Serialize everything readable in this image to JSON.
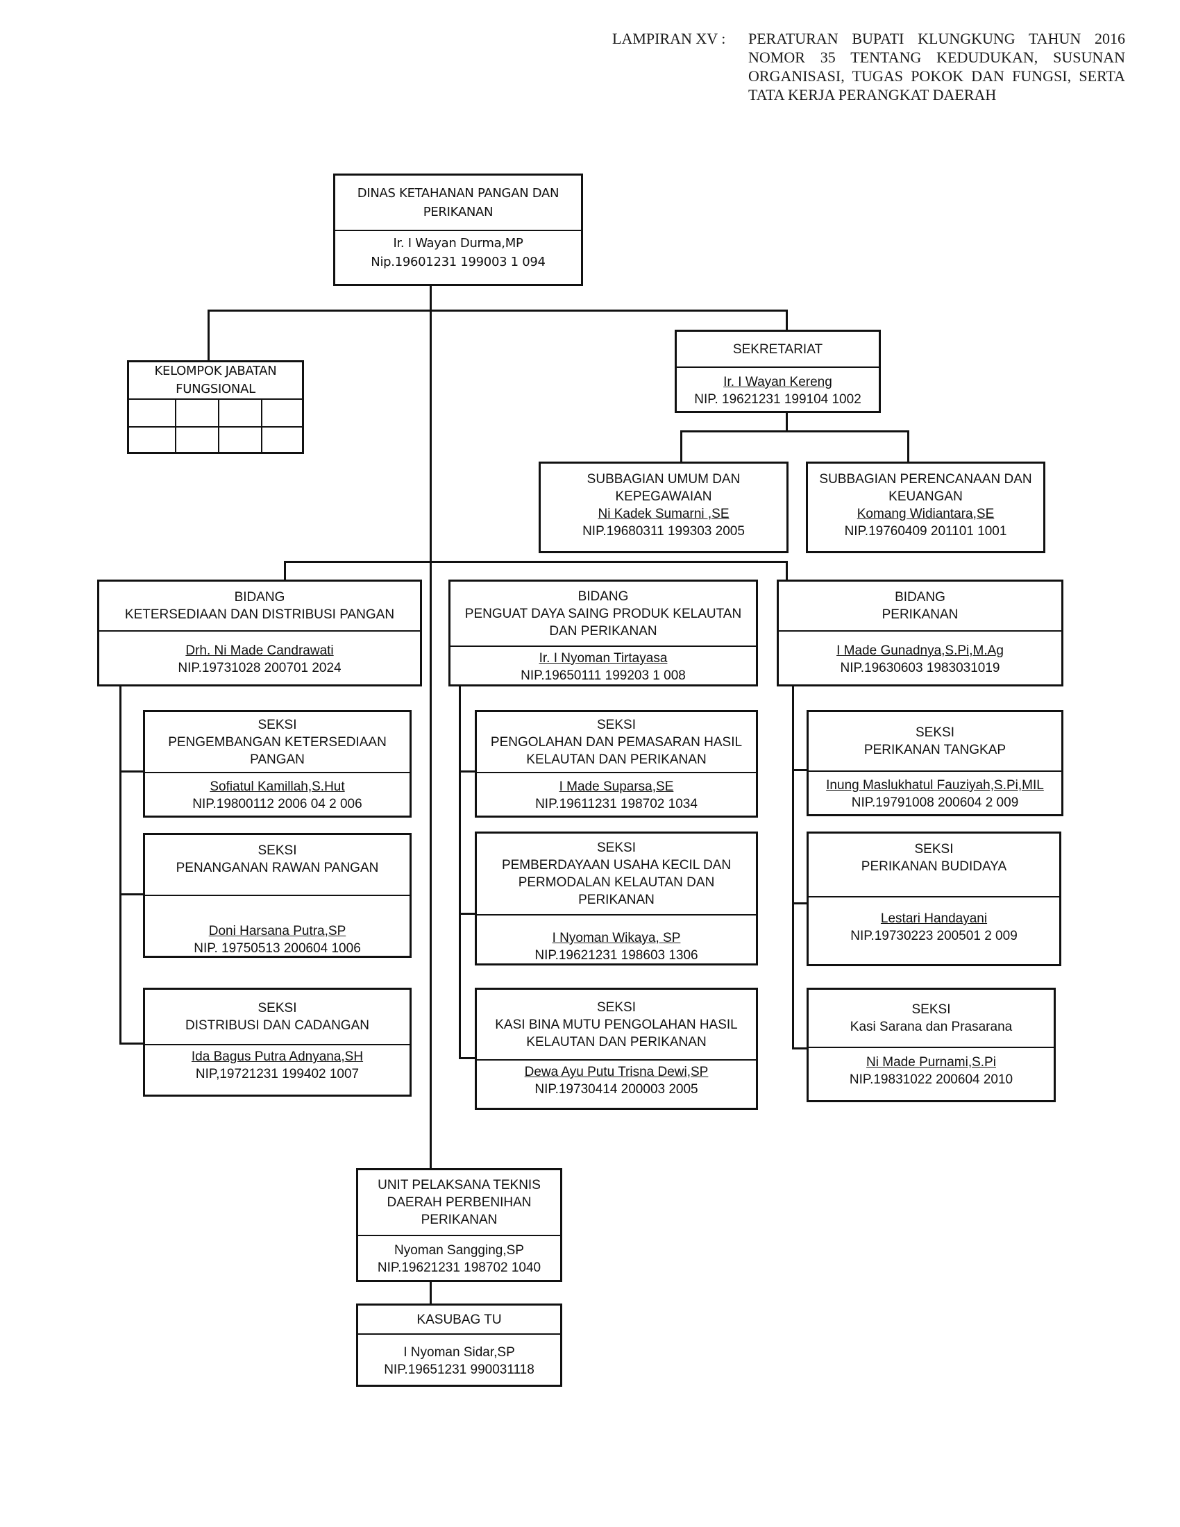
{
  "header": {
    "label": "LAMPIRAN XV :",
    "lines": [
      "PERATURAN BUPATI KLUNGKUNG TAHUN 2016",
      "NOMOR 35 TENTANG KEDUDUKAN, SUSUNAN",
      "ORGANISASI, TUGAS POKOK DAN FUNGSI, SERTA",
      "TATA KERJA PERANGKAT DAERAH"
    ]
  },
  "head": {
    "title_lines": [
      "DINAS KETAHANAN PANGAN DAN",
      "PERIKANAN"
    ],
    "name": "Ir. I Wayan Durma,MP",
    "nip": "Nip.19601231 199003 1 094"
  },
  "kelompok": {
    "title_lines": [
      "KELOMPOK JABATAN",
      "FUNGSIONAL"
    ]
  },
  "sekretariat": {
    "title": "SEKRETARIAT",
    "name": "Ir. I Wayan Kereng",
    "nip": "NIP. 19621231 199104 1002"
  },
  "subbagian": [
    {
      "title_lines": [
        "SUBBAGIAN UMUM DAN",
        "KEPEGAWAIAN"
      ],
      "name": "Ni Kadek Sumarni ,SE",
      "nip": "NIP.19680311 199303 2005"
    },
    {
      "title_lines": [
        "SUBBAGIAN PERENCANAAN DAN",
        "KEUANGAN"
      ],
      "name": "Komang Widiantara,SE",
      "nip": "NIP.19760409 201101 1001"
    }
  ],
  "bidang": [
    {
      "title_lines": [
        "BIDANG",
        "KETERSEDIAAN DAN DISTRIBUSI PANGAN"
      ],
      "name": "Drh. Ni Made Candrawati",
      "nip": "NIP.19731028 200701 2024",
      "seksi": [
        {
          "title_lines": [
            "SEKSI",
            "PENGEMBANGAN KETERSEDIAAN",
            "PANGAN"
          ],
          "name": "Sofiatul Kamillah,S.Hut",
          "nip": "NIP.19800112 2006 04 2 006"
        },
        {
          "title_lines": [
            "SEKSI",
            "PENANGANAN RAWAN PANGAN"
          ],
          "name": "Doni Harsana Putra,SP",
          "nip": "NIP. 19750513 200604 1006"
        },
        {
          "title_lines": [
            "SEKSI",
            "DISTRIBUSI DAN CADANGAN"
          ],
          "name": "Ida Bagus Putra Adnyana,SH",
          "nip": "NIP,19721231 199402 1007"
        }
      ]
    },
    {
      "title_lines": [
        "BIDANG",
        "PENGUAT DAYA SAING PRODUK KELAUTAN",
        "DAN PERIKANAN"
      ],
      "name": "Ir. I Nyoman Tirtayasa",
      "nip": "NIP.19650111 199203 1 008",
      "seksi": [
        {
          "title_lines": [
            "SEKSI",
            "PENGOLAHAN DAN PEMASARAN  HASIL",
            "KELAUTAN DAN PERIKANAN"
          ],
          "name": "I Made Suparsa,SE",
          "nip": "NIP.19611231 198702 1034"
        },
        {
          "title_lines": [
            "SEKSI",
            "PEMBERDAYAAN USAHA KECIL DAN",
            "PERMODALAN KELAUTAN DAN",
            "PERIKANAN"
          ],
          "name": "I Nyoman Wikaya, SP",
          "nip": "NIP.19621231 198603 1306"
        },
        {
          "title_lines": [
            "SEKSI",
            "KASI BINA MUTU  PENGOLAHAN  HASIL",
            "KELAUTAN DAN PERIKANAN"
          ],
          "name": "Dewa Ayu Putu Trisna Dewi,SP",
          "nip": "NIP.19730414 200003 2005"
        }
      ]
    },
    {
      "title_lines": [
        "BIDANG",
        "PERIKANAN"
      ],
      "name": "I Made Gunadnya,S.Pi,M.Ag",
      "nip": "NIP.19630603 1983031019",
      "seksi": [
        {
          "title_lines": [
            "SEKSI",
            "PERIKANAN TANGKAP"
          ],
          "name": "Inung Maslukhatul Fauziyah,S.Pi,MIL",
          "nip": "NIP.19791008 200604 2 009"
        },
        {
          "title_lines": [
            "SEKSI",
            "PERIKANAN BUDIDAYA"
          ],
          "name": "Lestari Handayani",
          "nip": "NIP.19730223 200501 2 009"
        },
        {
          "title_lines": [
            "SEKSI",
            "Kasi Sarana dan Prasarana"
          ],
          "name": "Ni Made Purnami,S.Pi",
          "nip": "NIP.19831022 200604 2010"
        }
      ]
    }
  ],
  "uptd": {
    "title_lines": [
      "UNIT PELAKSANA TEKNIS",
      "DAERAH PERBENIHAN",
      "PERIKANAN"
    ],
    "name": "Nyoman Sangging,SP",
    "nip": "NIP.19621231 198702 1040"
  },
  "kasubag": {
    "title": "KASUBAG TU",
    "name": "I Nyoman Sidar,SP",
    "nip": "NIP.19651231 990031118"
  }
}
